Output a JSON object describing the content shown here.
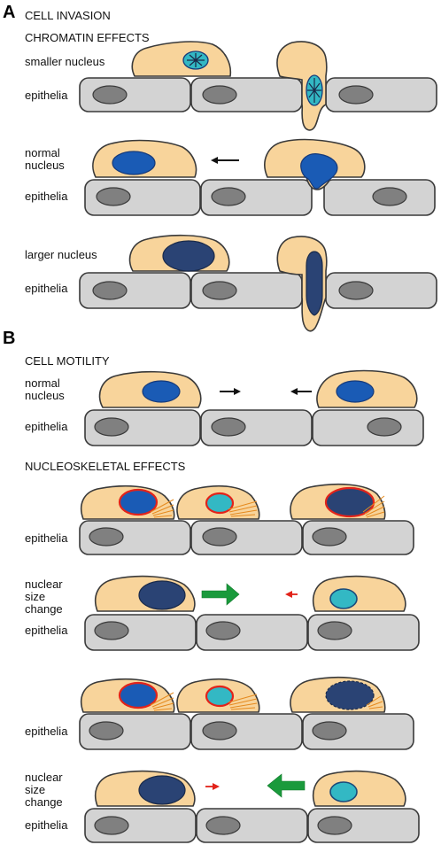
{
  "panels": {
    "a": "A",
    "b": "B"
  },
  "headings": {
    "cell_invasion": "CELL INVASION",
    "chromatin_effects": "CHROMATIN EFFECTS",
    "cell_motility": "CELL MOTILITY",
    "nucleoskeletal_effects": "NUCLEOSKELETAL EFFECTS"
  },
  "labels": {
    "smaller_nucleus": "smaller nucleus",
    "normal_nucleus_1": "normal",
    "normal_nucleus_2": "nucleus",
    "larger_nucleus": "larger nucleus",
    "epithelia": "epithelia",
    "nuclear_1": "nuclear",
    "size_1": "size",
    "change_1": "change"
  },
  "colors": {
    "cell_fill": "#f8d49b",
    "epithelia_fill": "#d3d3d3",
    "normal_nucleus": "#1a5bb5",
    "large_nucleus": "#2a4374",
    "small_nucleus": "#33b8c4",
    "fast_arrow": "#1a9a3c",
    "slow_arrow": "#e2231a",
    "lamina": "#e2231a"
  }
}
